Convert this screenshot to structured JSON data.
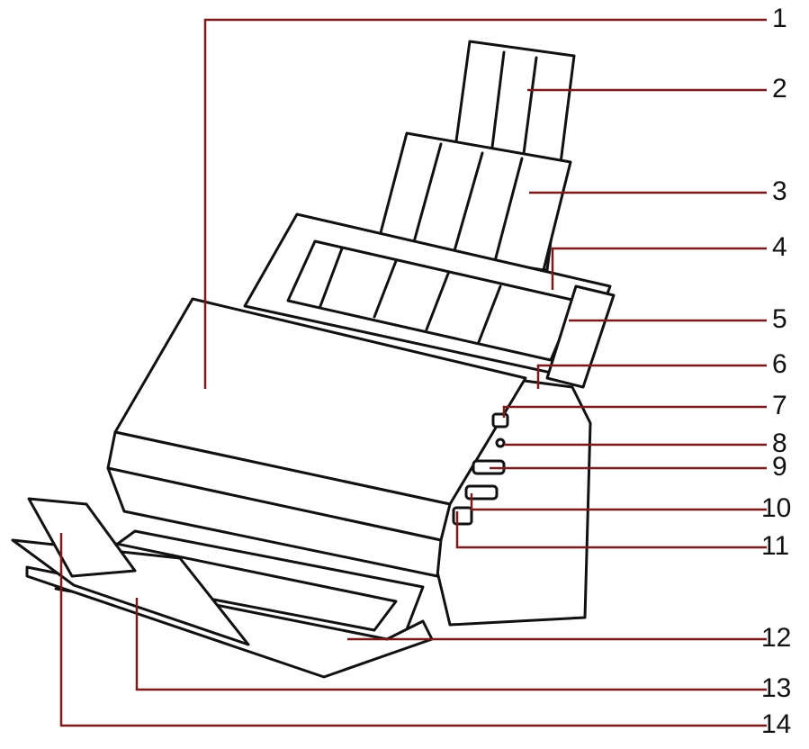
{
  "callouts": [
    {
      "label": "1"
    },
    {
      "label": "2"
    },
    {
      "label": "3"
    },
    {
      "label": "4"
    },
    {
      "label": "5"
    },
    {
      "label": "6"
    },
    {
      "label": "7"
    },
    {
      "label": "8"
    },
    {
      "label": "9"
    },
    {
      "label": "10"
    },
    {
      "label": "11"
    },
    {
      "label": "12"
    },
    {
      "label": "13"
    },
    {
      "label": "14"
    }
  ],
  "colors": {
    "leader_line": "#7a1a1a",
    "outline": "#111111",
    "fill": "#ffffff"
  },
  "illustration": {
    "subject": "document-scanner-icon"
  }
}
